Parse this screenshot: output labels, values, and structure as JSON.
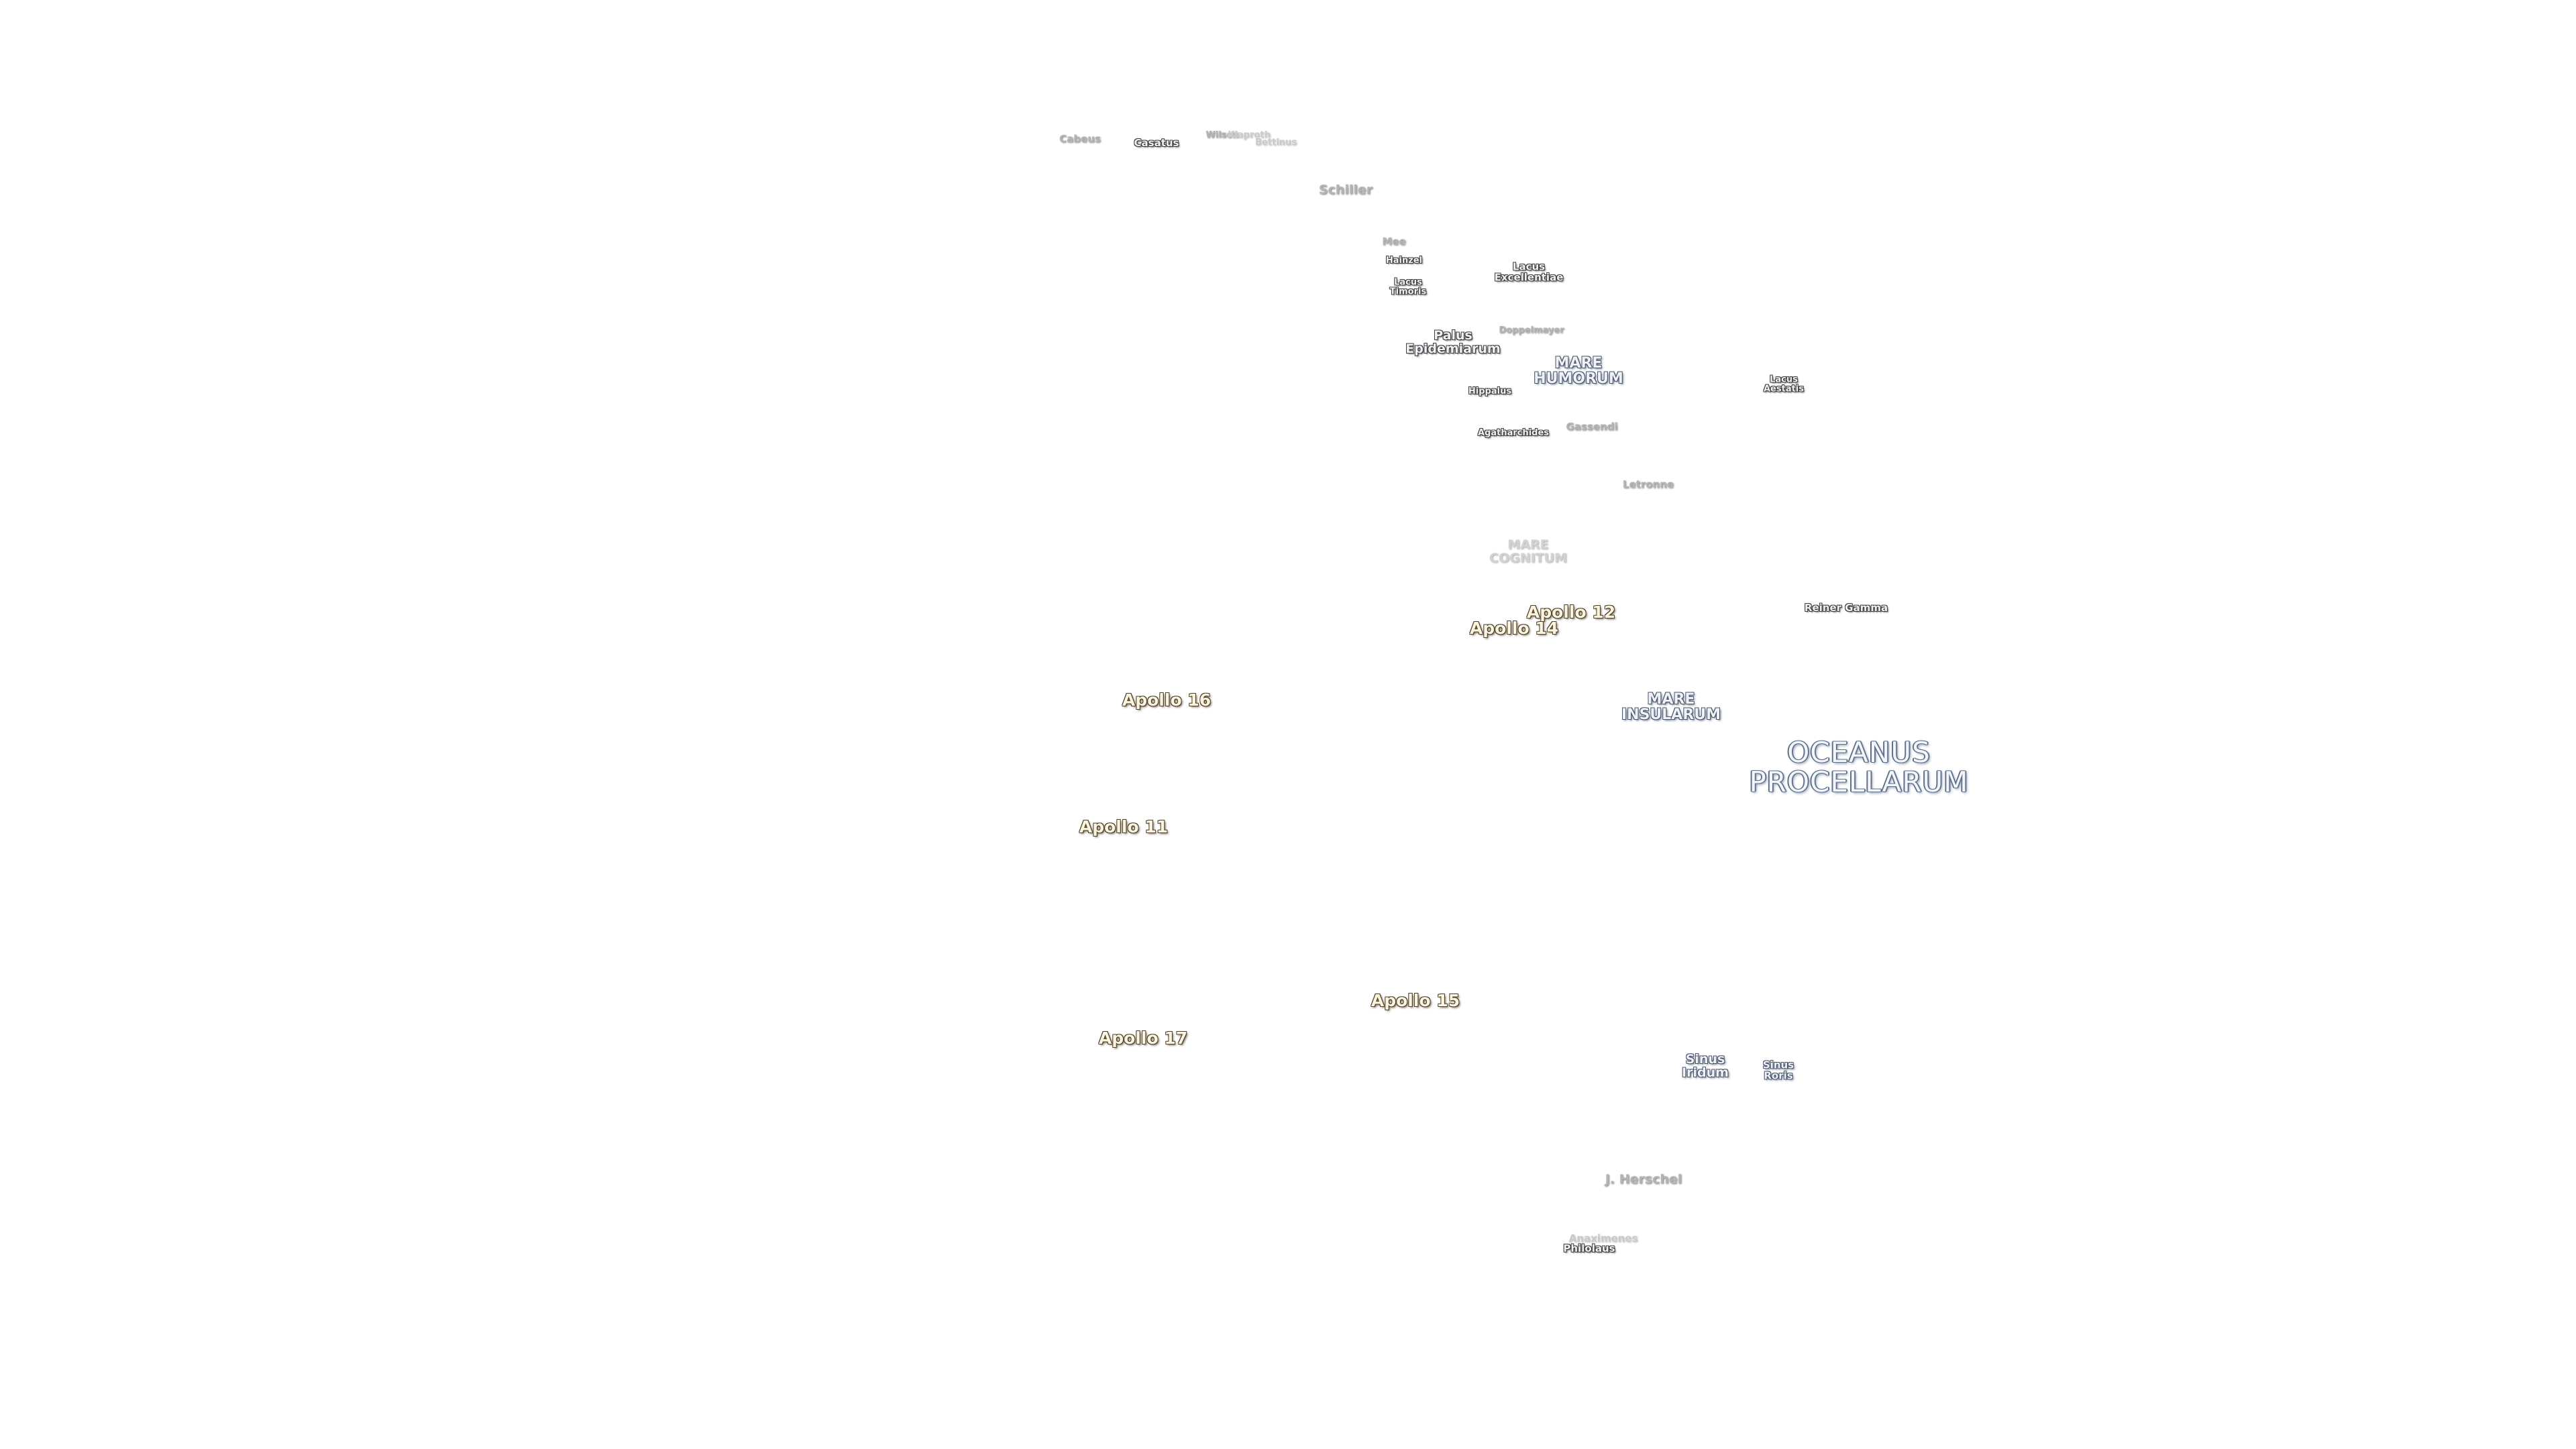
{
  "features": {
    "cabeus": "Cabeus",
    "casatus": "Casatus",
    "wilson": "Wilson",
    "bettinus": "Bettinus",
    "klaproth": "Klaproth",
    "schiller": "Schiller",
    "mee": "Mee",
    "hainzel": "Hainzel",
    "lacus_timoris": "Lacus\nTimoris",
    "lacus_excellentiae": "Lacus\nExcellentiae",
    "doppelmayer": "Doppelmayer",
    "palus_epidemiarum": "Palus\nEpidemiarum",
    "mare_humorum": "MARE\nHUMORUM",
    "lacus_aestatis": "Lacus\nAestatis",
    "hippalus": "Hippalus",
    "agatharchides": "Agatharchides",
    "gassendi": "Gassendi",
    "letronne": "Letronne",
    "mare_cognitum": "MARE\nCOGNITUM",
    "reiner_gamma": "Reiner Gamma",
    "mare_insularum": "MARE\nINSULARUM",
    "oceanus_procellarum": "OCEANUS\nPROCELLARUM",
    "sinus_iridum": "Sinus\nIridum",
    "sinus_roris": "Sinus\nRoris",
    "j_herschel": "J. Herschel",
    "anaximenes": "Anaximenes",
    "philolaus": "Philolaus"
  },
  "landing_sites": {
    "apollo_12": "Apollo 12",
    "apollo_14": "Apollo 14",
    "apollo_16": "Apollo 16",
    "apollo_11": "Apollo 11",
    "apollo_15": "Apollo 15",
    "apollo_17": "Apollo 17"
  }
}
